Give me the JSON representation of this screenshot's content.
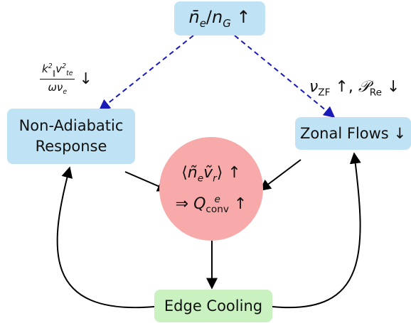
{
  "nodes": {
    "top": {
      "var": "n̄",
      "sub": "e",
      "sep": "/",
      "var2": "n",
      "sub2": "G",
      "arrow": "↑"
    },
    "non_adiabatic": {
      "line1": "Non-Adiabatic",
      "line2": "Response"
    },
    "zonal_flows": {
      "text": "Zonal Flows",
      "arrow": "↓"
    },
    "center": {
      "line1": {
        "open": "⟨",
        "n": "ñ",
        "n_sub": "e",
        "v": "ṽ",
        "v_sub": "r",
        "close": "⟩",
        "arrow": "↑"
      },
      "line2": {
        "implies": "⇒",
        "q": "Q",
        "q_sup": "e",
        "q_sub": "conv",
        "arrow": "↑"
      }
    },
    "edge_cooling": {
      "text": "Edge Cooling"
    }
  },
  "labels": {
    "left": {
      "num_k": "k",
      "num_k_sup": "2",
      "num_k_sub": "∥",
      "num_v": "v",
      "num_v_sup": "2",
      "num_v_sub": "te",
      "den": "ων",
      "den_sub": "e",
      "arrow": "↓"
    },
    "right": {
      "nu": "ν",
      "nu_sub": "ZF",
      "nu_arrow": "↑,",
      "p": "𝒫",
      "p_sub": "Re",
      "p_arrow": "↓"
    }
  },
  "colors": {
    "blue_box": "#bfe3f4",
    "green_box": "#c9f2c0",
    "red_circle": "#f7aaa9",
    "dashed_arrow": "#1a1ab8",
    "solid_arrow": "#000000"
  }
}
